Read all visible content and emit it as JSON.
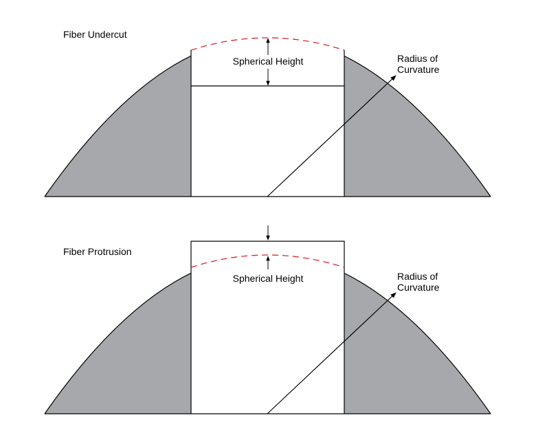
{
  "colors": {
    "cladding": "#a7a8ab",
    "outline": "#000000",
    "dashed_curve": "#d9262c",
    "fiber_fill": "#ffffff"
  },
  "panels": [
    {
      "title": "Fiber Undercut",
      "height_label": "Spherical Height",
      "radius_label_line1": "Radius of",
      "radius_label_line2": "Curvature"
    },
    {
      "title": "Fiber Protrusion",
      "height_label": "Spherical Height",
      "radius_label_line1": "Radius of",
      "radius_label_line2": "Curvature"
    }
  ]
}
